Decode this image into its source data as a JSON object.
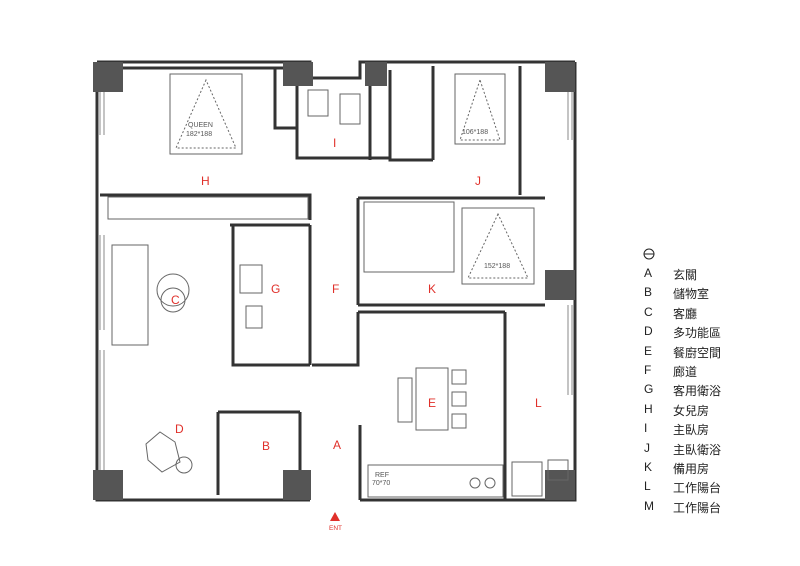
{
  "rooms": [
    {
      "id": "A",
      "name": "玄關"
    },
    {
      "id": "B",
      "name": "儲物室"
    },
    {
      "id": "C",
      "name": "客廳"
    },
    {
      "id": "D",
      "name": "多功能區"
    },
    {
      "id": "E",
      "name": "餐廚空間"
    },
    {
      "id": "F",
      "name": "廊道"
    },
    {
      "id": "G",
      "name": "客用衛浴"
    },
    {
      "id": "H",
      "name": "女兒房"
    },
    {
      "id": "I",
      "name": "主臥房"
    },
    {
      "id": "J",
      "name": "主臥衛浴"
    },
    {
      "id": "K",
      "name": "備用房"
    },
    {
      "id": "L",
      "name": "工作陽台"
    },
    {
      "id": "M",
      "name": "工作陽台"
    }
  ],
  "labels": {
    "bed_queen": "QUEEN",
    "bed_queen_size": "182*188",
    "bed_j": "106*188",
    "bed_k": "152*188",
    "fridge": "REF",
    "fridge_size": "70*70",
    "entrance": "ENT"
  },
  "colors": {
    "wall": "#333333",
    "column": "#555555",
    "room_letter": "#e0302a"
  }
}
